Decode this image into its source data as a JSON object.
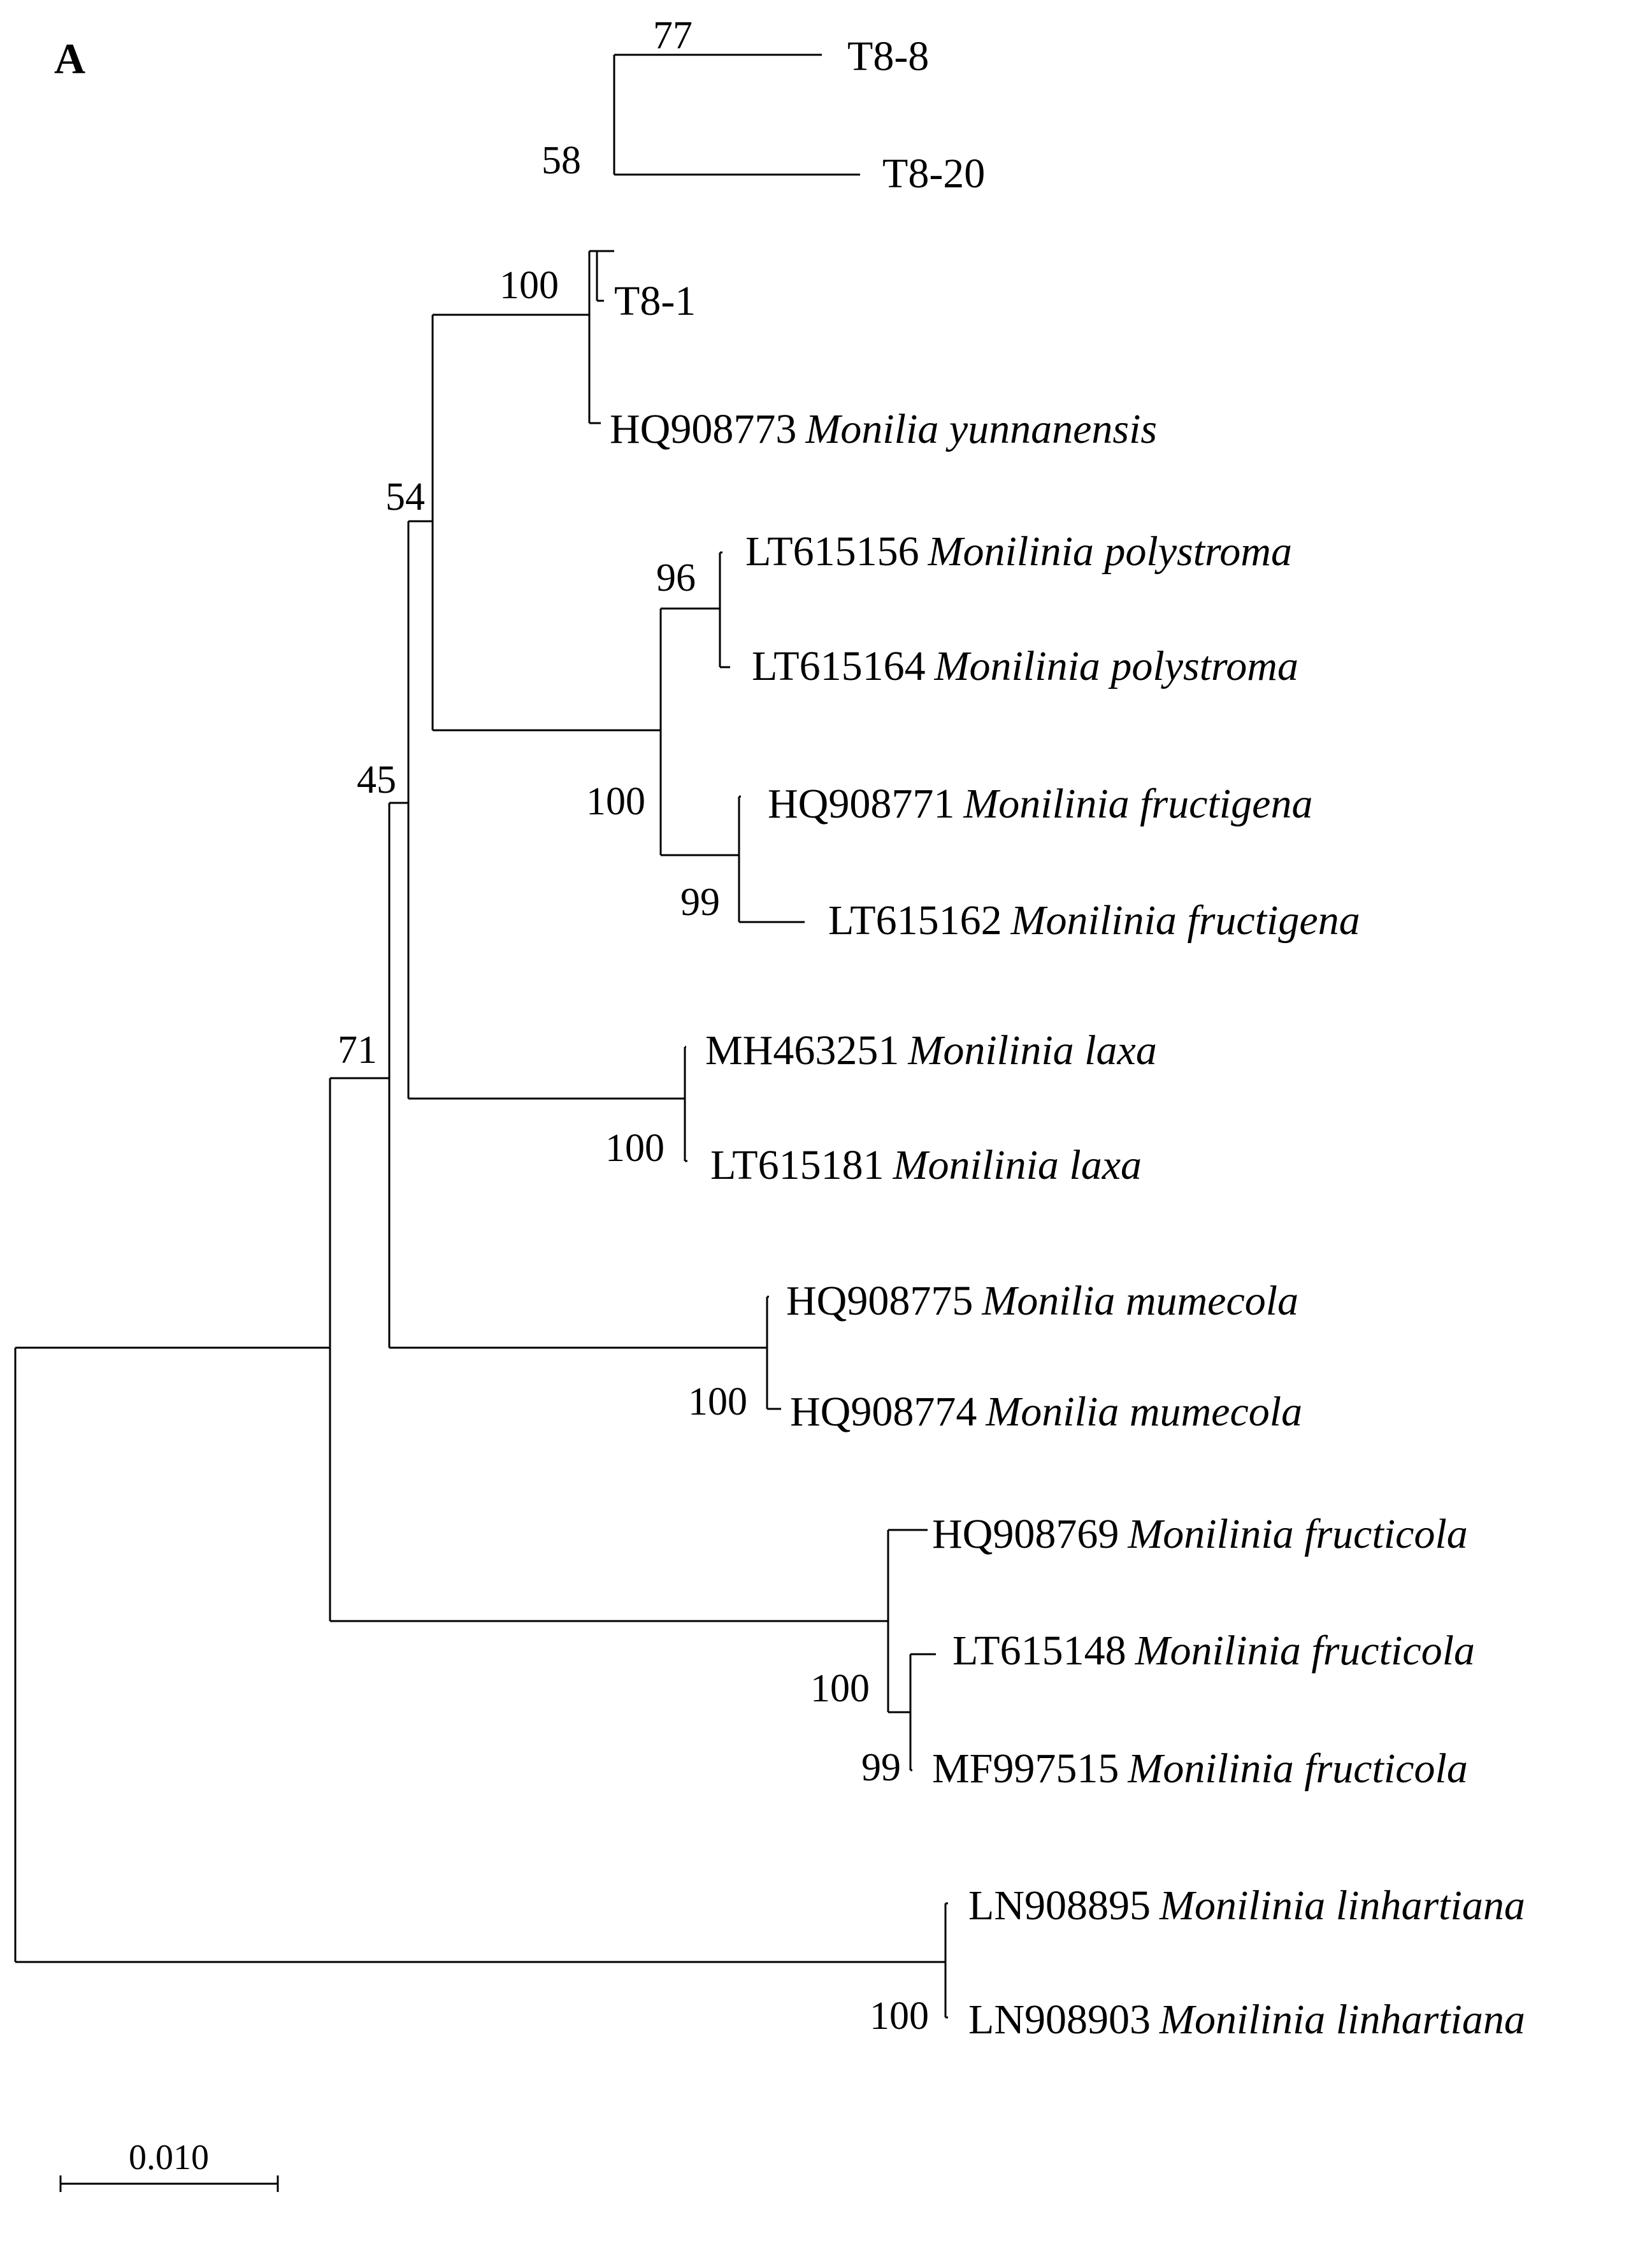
{
  "panel_label": "A",
  "scale_bar_label": "0.010",
  "bootstrap_values": {
    "n1": "77",
    "n2": "58",
    "n3": "100",
    "n4": "54",
    "n5": "96",
    "n6": "100",
    "n7": "99",
    "n8": "45",
    "n9": "100",
    "n10": "71",
    "n11": "100",
    "n12": "100",
    "n13": "99",
    "n14": "100"
  },
  "taxa": [
    {
      "id": "T8-8",
      "accession": "T8-8",
      "species": ""
    },
    {
      "id": "T8-20",
      "accession": "T8-20",
      "species": ""
    },
    {
      "id": "T8-1",
      "accession": "T8-1",
      "species": ""
    },
    {
      "id": "HQ908773",
      "accession": "HQ908773",
      "species": "Monilia yunnanensis"
    },
    {
      "id": "LT615156",
      "accession": "LT615156",
      "species": "Monilinia polystroma"
    },
    {
      "id": "LT615164",
      "accession": "LT615164",
      "species": "Monilinia polystroma"
    },
    {
      "id": "HQ908771",
      "accession": "HQ908771",
      "species": "Monilinia fructigena"
    },
    {
      "id": "LT615162",
      "accession": "LT615162",
      "species": "Monilinia fructigena"
    },
    {
      "id": "MH463251",
      "accession": "MH463251",
      "species": "Monilinia laxa"
    },
    {
      "id": "LT615181",
      "accession": "LT615181",
      "species": "Monilinia laxa"
    },
    {
      "id": "HQ908775",
      "accession": "HQ908775",
      "species": "Monilia mumecola"
    },
    {
      "id": "HQ908774",
      "accession": "HQ908774",
      "species": "Monilia mumecola"
    },
    {
      "id": "HQ908769",
      "accession": "HQ908769",
      "species": "Monilinia fructicola"
    },
    {
      "id": "LT615148",
      "accession": "LT615148",
      "species": "Monilinia fructicola"
    },
    {
      "id": "MF997515",
      "accession": "MF997515",
      "species": "Monilinia fructicola"
    },
    {
      "id": "LN908895",
      "accession": "LN908895",
      "species": "Monilinia linhartiana"
    },
    {
      "id": "LN908903",
      "accession": "LN908903",
      "species": "Monilinia linhartiana"
    }
  ]
}
